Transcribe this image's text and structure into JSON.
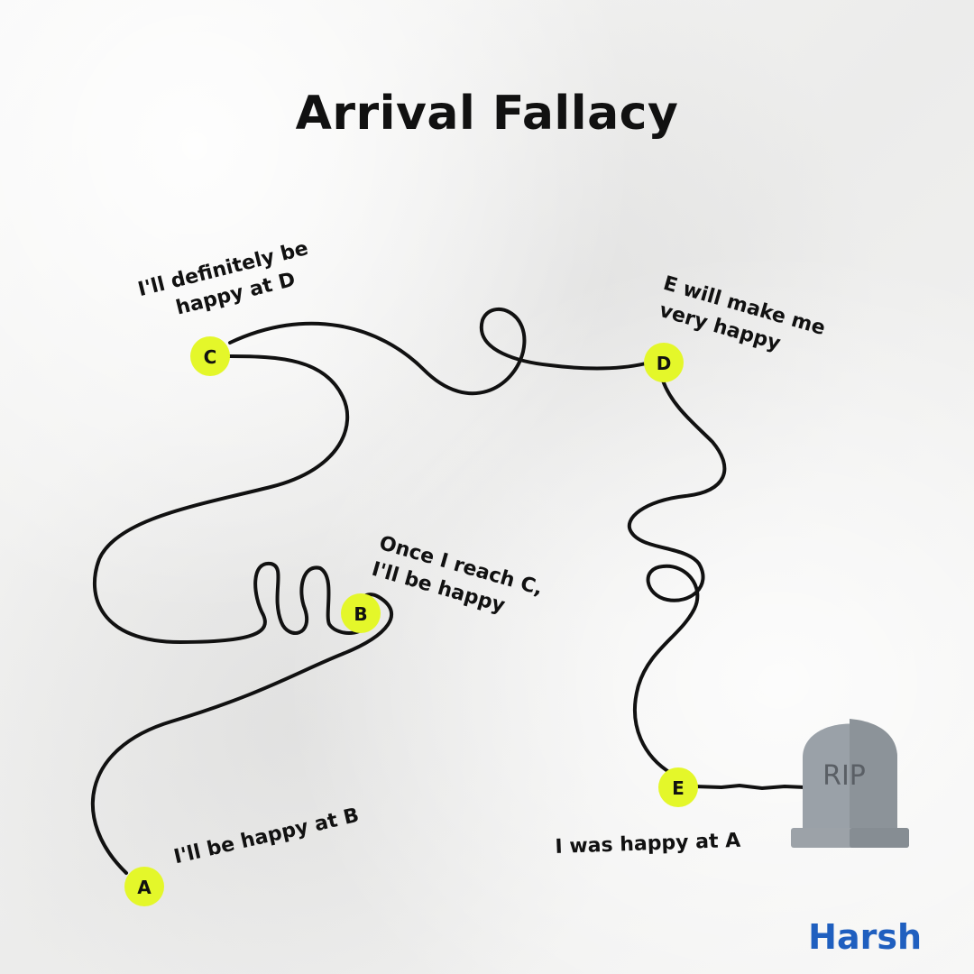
{
  "title": "Arrival Fallacy",
  "nodes": [
    {
      "id": "A",
      "label": "A",
      "note": [
        "I'll be happy at B"
      ]
    },
    {
      "id": "B",
      "label": "B",
      "note": [
        "Once I reach C,",
        "I'll be happy"
      ]
    },
    {
      "id": "C",
      "label": "C",
      "note": [
        "I'll definitely be",
        "happy at D"
      ]
    },
    {
      "id": "D",
      "label": "D",
      "note": [
        "E will make me",
        "very happy"
      ]
    },
    {
      "id": "E",
      "label": "E",
      "note": [
        "I was happy at A"
      ]
    }
  ],
  "tombstone": {
    "text": "RIP"
  },
  "author": "Harsh",
  "colors": {
    "node": "#e4f72a",
    "line": "#111111",
    "stone": "#9aa1a8",
    "author": "#1f5fbf"
  }
}
